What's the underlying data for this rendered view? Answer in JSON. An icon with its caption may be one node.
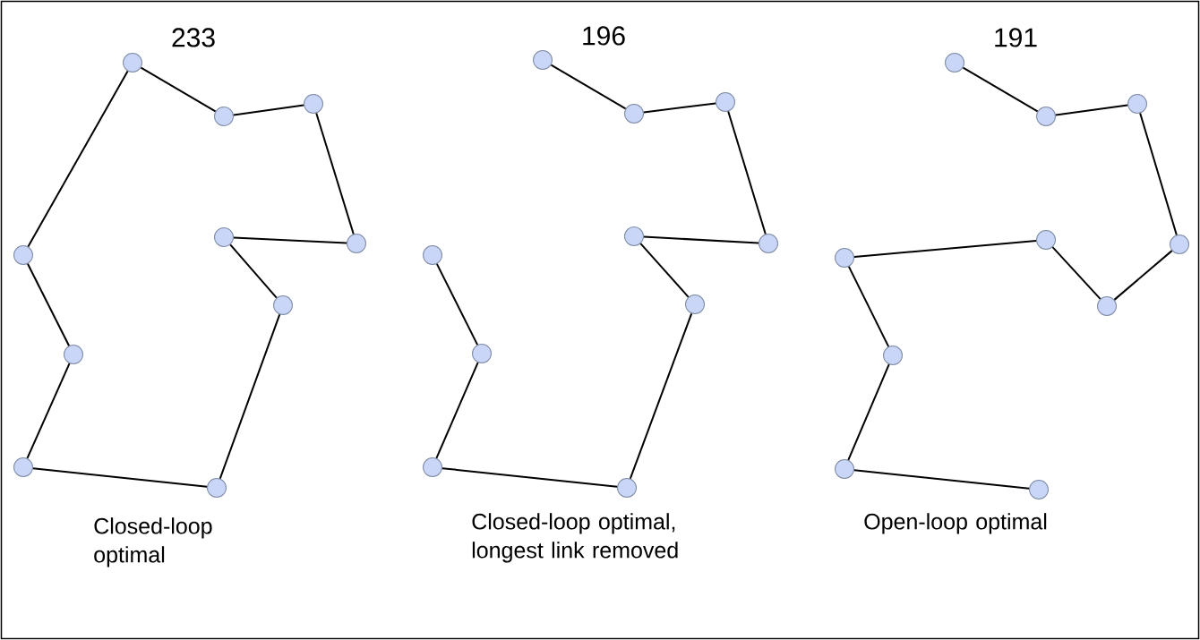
{
  "diagram": {
    "nodes": [
      {
        "text": [],
        "shape": "circle"
      },
      {
        "text": [],
        "shape": "circle"
      },
      {
        "text": [],
        "shape": "circle"
      },
      {
        "text": [],
        "shape": "circle"
      },
      {
        "text": [],
        "shape": "circle"
      },
      {
        "text": [],
        "shape": "circle"
      },
      {
        "text": [],
        "shape": "circle"
      },
      {
        "text": [],
        "shape": "circle"
      },
      {
        "text": [],
        "shape": "circle"
      },
      {
        "text": [],
        "shape": "circle"
      },
      {
        "text": [],
        "shape": "circle"
      },
      {
        "text": [],
        "shape": "circle"
      },
      {
        "text": [],
        "shape": "circle"
      },
      {
        "text": [],
        "shape": "circle"
      },
      {
        "text": [],
        "shape": "circle"
      },
      {
        "text": [],
        "shape": "circle"
      },
      {
        "text": [],
        "shape": "circle"
      },
      {
        "text": [],
        "shape": "circle"
      },
      {
        "text": [],
        "shape": "circle"
      },
      {
        "text": [],
        "shape": "circle"
      },
      {
        "text": [],
        "shape": "circle"
      },
      {
        "text": [],
        "shape": "circle"
      },
      {
        "text": [],
        "shape": "circle"
      },
      {
        "text": [],
        "shape": "circle"
      },
      {
        "text": [],
        "shape": "circle"
      },
      {
        "text": [],
        "shape": "circle"
      },
      {
        "text": [],
        "shape": "circle"
      },
      {
        "text": [],
        "shape": "circle"
      },
      {
        "text": [],
        "shape": "circle"
      },
      {
        "text": [],
        "shape": "circle"
      }
    ],
    "edges": [
      {
        "from": 0,
        "to": 1,
        "arrow": "none"
      },
      {
        "from": 1,
        "to": 2,
        "arrow": "none"
      },
      {
        "from": 2,
        "to": 3,
        "arrow": "none"
      },
      {
        "from": 3,
        "to": 4,
        "arrow": "none"
      },
      {
        "from": 4,
        "to": 5,
        "arrow": "none"
      },
      {
        "from": 5,
        "to": 6,
        "arrow": "none"
      },
      {
        "from": 6,
        "to": 7,
        "arrow": "none"
      },
      {
        "from": 7,
        "to": 8,
        "arrow": "none"
      },
      {
        "from": 8,
        "to": 9,
        "arrow": "none"
      },
      {
        "from": 9,
        "to": 0,
        "arrow": "none"
      },
      {
        "from": 10,
        "to": 11,
        "arrow": "none"
      },
      {
        "from": 11,
        "to": 12,
        "arrow": "none"
      },
      {
        "from": 12,
        "to": 13,
        "arrow": "none"
      },
      {
        "from": 13,
        "to": 14,
        "arrow": "none"
      },
      {
        "from": 14,
        "to": 15,
        "arrow": "none"
      },
      {
        "from": 15,
        "to": 16,
        "arrow": "none"
      },
      {
        "from": 16,
        "to": 17,
        "arrow": "none"
      },
      {
        "from": 17,
        "to": 18,
        "arrow": "none"
      },
      {
        "from": 18,
        "to": 19,
        "arrow": "none"
      },
      {
        "from": 20,
        "to": 21,
        "arrow": "none"
      },
      {
        "from": 21,
        "to": 22,
        "arrow": "none"
      },
      {
        "from": 22,
        "to": 23,
        "arrow": "none"
      },
      {
        "from": 23,
        "to": 24,
        "arrow": "none"
      },
      {
        "from": 24,
        "to": 25,
        "arrow": "none"
      },
      {
        "from": 25,
        "to": 26,
        "arrow": "none"
      },
      {
        "from": 26,
        "to": 27,
        "arrow": "none"
      },
      {
        "from": 27,
        "to": 28,
        "arrow": "none"
      },
      {
        "from": 28,
        "to": 29,
        "arrow": "none"
      }
    ],
    "labels": [
      "233",
      "196",
      "191",
      "Closed-loop optimal",
      "Closed-loop optimal, longest link removed",
      "Open-loop optimal"
    ]
  }
}
